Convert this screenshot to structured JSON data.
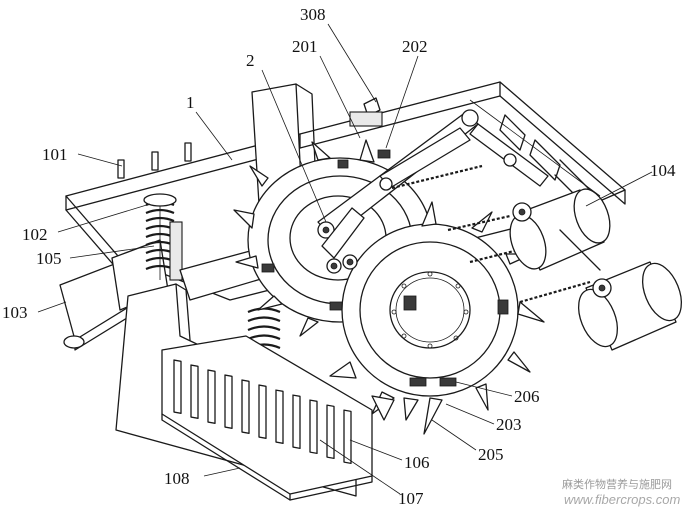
{
  "labels": {
    "l308": "308",
    "l201": "201",
    "l202": "202",
    "l2": "2",
    "l1": "1",
    "l101": "101",
    "l104": "104",
    "l102": "102",
    "l105": "105",
    "l103": "103",
    "l206": "206",
    "l203": "203",
    "l205": "205",
    "l106": "106",
    "l108": "108",
    "l107": "107"
  },
  "watermark": {
    "line1": "麻类作物营养与施肥网",
    "line2": "www.fibercrops.com"
  }
}
